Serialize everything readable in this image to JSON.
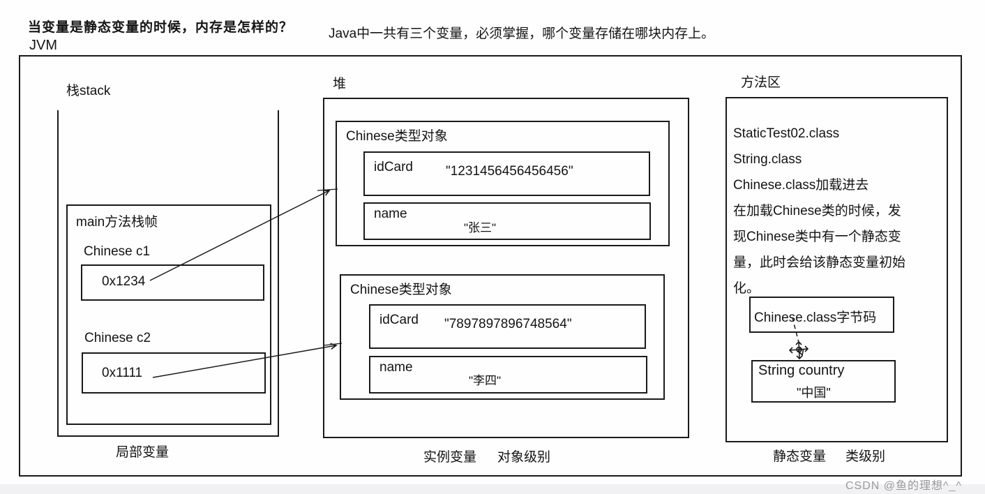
{
  "page": {
    "title": "当变量是静态变量的时候，内存是怎样的？",
    "subtitle": "Java中一共有三个变量，必须掌握，哪个变量存储在哪块内存上。",
    "jvm_label": "JVM",
    "watermark": "CSDN @鱼的理想^_^"
  },
  "stack": {
    "label": "栈stack",
    "frame_title": "main方法栈帧",
    "vars": [
      {
        "name": "Chinese c1",
        "value": "0x1234"
      },
      {
        "name": "Chinese c2",
        "value": "0x1111"
      }
    ],
    "caption": "局部变量"
  },
  "heap": {
    "label": "堆",
    "objects": [
      {
        "title": "Chinese类型对象",
        "fields": [
          {
            "key": "idCard",
            "value": "\"1231456456456456\""
          },
          {
            "key": "name",
            "value": "\"张三\""
          }
        ]
      },
      {
        "title": "Chinese类型对象",
        "fields": [
          {
            "key": "idCard",
            "value": "\"7897897896748564\""
          },
          {
            "key": "name",
            "value": "\"李四\""
          }
        ]
      }
    ],
    "caption": {
      "part1": "实例变量",
      "part2": "对象级别"
    }
  },
  "method_area": {
    "label": "方法区",
    "lines": [
      "StaticTest02.class",
      "String.class",
      "Chinese.class加载进去",
      "在加载Chinese类的时候，发",
      "现Chinese类中有一个静态变",
      "量，此时会给该静态变量初始",
      "化。"
    ],
    "bytecode_box": "Chinese.class字节码",
    "static_box": {
      "name": "String country",
      "value": "\"中国\""
    },
    "caption": {
      "part1": "静态变量",
      "part2": "类级别"
    }
  },
  "colors": {
    "line": "#1a1a1a",
    "watermark": "#9a9a9a",
    "background": "#fefefe"
  }
}
